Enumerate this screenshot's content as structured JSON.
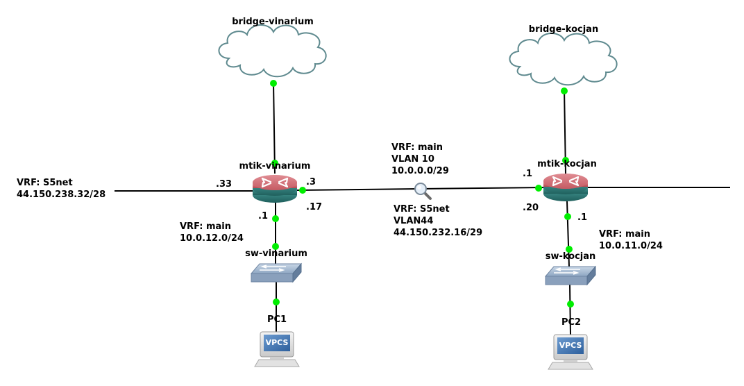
{
  "nodes": {
    "bridge_vinarium": {
      "label": "bridge-vinarium",
      "type": "cloud"
    },
    "bridge_kocjan": {
      "label": "bridge-kocjan",
      "type": "cloud"
    },
    "mtik_vinarium": {
      "label": "mtik-vinarium",
      "type": "router"
    },
    "mtik_kocjan": {
      "label": "mtik-kocjan",
      "type": "router"
    },
    "sw_vinarium": {
      "label": "sw-vinarium",
      "type": "switch"
    },
    "sw_kocjan": {
      "label": "sw-kocjan",
      "type": "switch"
    },
    "pc1": {
      "label": "PC1",
      "type": "vpcs",
      "screen_text": "VPCS"
    },
    "pc2": {
      "label": "PC2",
      "type": "vpcs",
      "screen_text": "VPCS"
    }
  },
  "notes": {
    "s5net_left": {
      "line1": "VRF: S5net",
      "line2": "44.150.238.32/28"
    },
    "vinarium_lan": {
      "line1": "VRF: main",
      "line2": "10.0.12.0/24"
    },
    "core_main": {
      "line1": "VRF: main",
      "line2": "VLAN 10",
      "line3": "10.0.0.0/29"
    },
    "core_s5net": {
      "line1": "VRF: S5net",
      "line2": "VLAN44",
      "line3": "44.150.232.16/29"
    },
    "kocjan_lan": {
      "line1": "VRF: main",
      "line2": "10.0.11.0/24"
    }
  },
  "interfaces": {
    "vin_left": ".33",
    "vin_right": ".3",
    "vin_right_s5": ".17",
    "vin_down": ".1",
    "koc_left": ".1",
    "koc_left_s5": ".20",
    "koc_down": ".1"
  },
  "colors": {
    "link": "#000000",
    "link_endpoint": "#00ee00",
    "cloud_stroke": "#5f8a8f",
    "router_top": "#c65a64",
    "router_base": "#2e7d7a",
    "switch_body": "#7f97b5",
    "vpcs_screen": "#3f77b5"
  },
  "icons": {
    "capture": "magnifier-icon"
  }
}
